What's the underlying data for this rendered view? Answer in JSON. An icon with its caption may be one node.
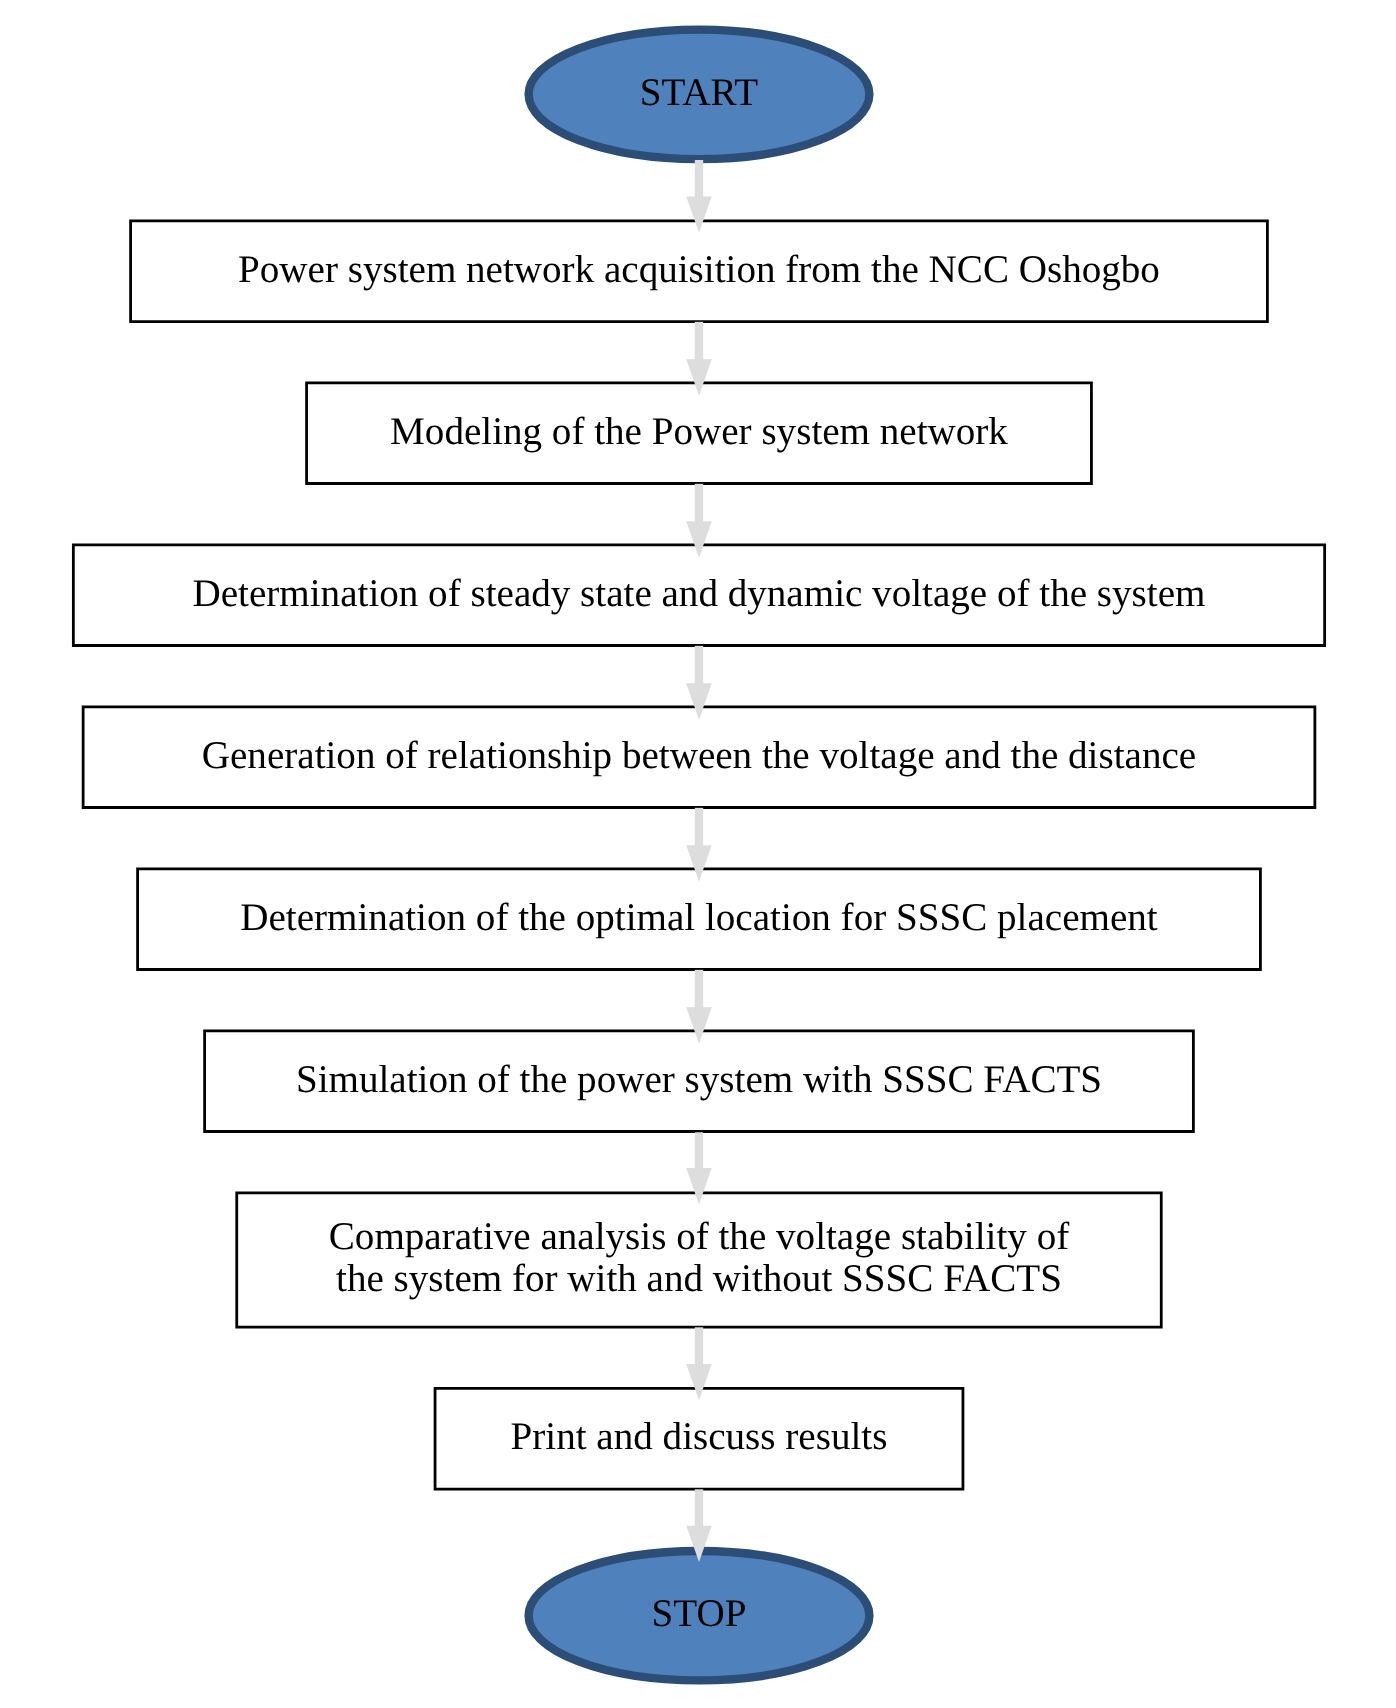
{
  "diagram": {
    "nodes": [
      {
        "text": [
          "START"
        ]
      },
      {
        "text": [
          "Power system network acquisition from the NCC Oshogbo"
        ]
      },
      {
        "text": [
          "Modeling of the Power system network"
        ]
      },
      {
        "text": [
          "Determination of steady state and dynamic voltage of the system"
        ]
      },
      {
        "text": [
          "Generation of relationship between the voltage and the distance"
        ]
      },
      {
        "text": [
          "Determination of the optimal location for SSSC placement"
        ]
      },
      {
        "text": [
          "Simulation of the power system with SSSC FACTS"
        ]
      },
      {
        "text": [
          "Comparative analysis of the voltage stability of the system for with and without SSSC FACTS"
        ]
      },
      {
        "text": [
          "Print and discuss results"
        ]
      },
      {
        "text": [
          "STOP"
        ]
      }
    ],
    "edges": [
      {
        "from": 0,
        "to": 1,
        "arrow": "to"
      },
      {
        "from": 1,
        "to": 2,
        "arrow": "to"
      },
      {
        "from": 2,
        "to": 3,
        "arrow": "to"
      },
      {
        "from": 3,
        "to": 4,
        "arrow": "to"
      },
      {
        "from": 4,
        "to": 5,
        "arrow": "to"
      },
      {
        "from": 5,
        "to": 6,
        "arrow": "to"
      },
      {
        "from": 6,
        "to": 7,
        "arrow": "to"
      },
      {
        "from": 7,
        "to": 8,
        "arrow": "to"
      },
      {
        "from": 8,
        "to": 9,
        "arrow": "to"
      }
    ]
  }
}
